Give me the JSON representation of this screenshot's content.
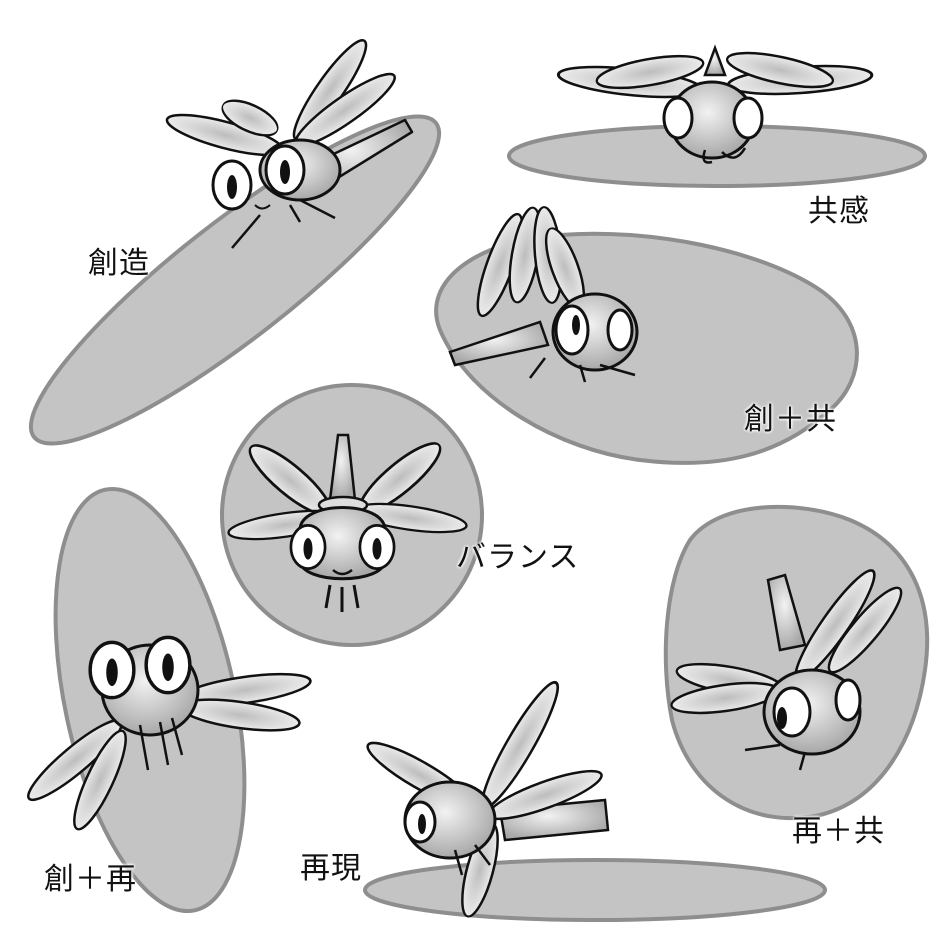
{
  "colors": {
    "background": "#ffffff",
    "shadow_fill": "#c4c4c4",
    "shadow_stroke": "#8e8e8e",
    "ink": "#111111",
    "wing_fill": "#e8e8e8"
  },
  "panels": [
    {
      "id": "creation",
      "label": "創造",
      "shadow": "long diagonal ellipse"
    },
    {
      "id": "empathy",
      "label": "共感",
      "shadow": "flat horizontal ellipse"
    },
    {
      "id": "creation-empathy",
      "label": "創＋共",
      "shadow": "rounded blob"
    },
    {
      "id": "balance",
      "label": "バランス",
      "shadow": "circle"
    },
    {
      "id": "creation-reproduction",
      "label": "創＋再",
      "shadow": "tilted tall ellipse"
    },
    {
      "id": "reproduction",
      "label": "再現",
      "shadow": "flat horizontal ellipse"
    },
    {
      "id": "reproduction-empathy",
      "label": "再＋共",
      "shadow": "rounded rectangle blob"
    }
  ]
}
